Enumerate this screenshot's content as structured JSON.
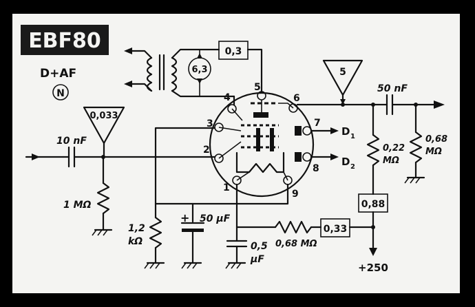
{
  "title": "EBF80",
  "subtitle": "D+AF",
  "circled_marker": "N",
  "values": {
    "heater_voltage": "6,3",
    "box_top": "0,3",
    "triangle_left": "0,033",
    "triangle_right": "5",
    "box_right": "0,88",
    "box_bottom": "0,33"
  },
  "components": {
    "c_input": "10 nF",
    "c_output": "50 nF",
    "r_grid": "1 MΩ",
    "r_cathode_1": "1,2",
    "r_cathode_2": "kΩ",
    "c_cathode": "50 μF",
    "c_screen_1": "0,5",
    "c_screen_2": "μF",
    "r_screen": "0,68 MΩ",
    "r_plate_1": "0,22",
    "r_plate_2": "MΩ",
    "r_out_1": "0,68",
    "r_out_2": "MΩ"
  },
  "pins": [
    "1",
    "2",
    "3",
    "4",
    "5",
    "6",
    "7",
    "8",
    "9"
  ],
  "outputs": {
    "d1": "D",
    "d1_sub": "1",
    "d2": "D",
    "d2_sub": "2"
  },
  "supply": "+250",
  "colors": {
    "ink": "#111111",
    "paper": "#f4f4f2",
    "frame": "#000000"
  }
}
